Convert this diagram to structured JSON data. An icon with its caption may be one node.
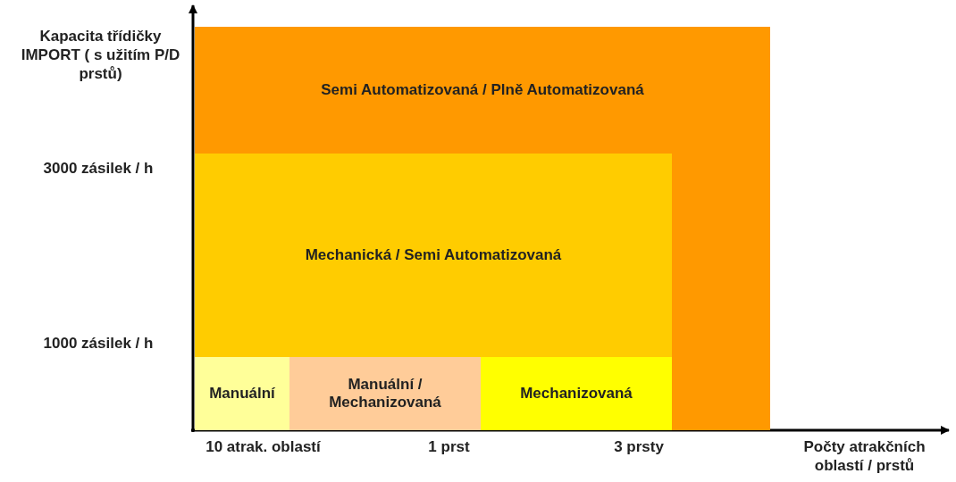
{
  "diagram": {
    "nodes": [
      {
        "text": [
          "Semi Automatizovaná / Plně Automatizovaná"
        ]
      },
      {
        "text": [
          "Mechanická / Semi Automatizovaná"
        ],
        "in": 0
      },
      {
        "text": [
          "Manuální"
        ],
        "in": 0
      },
      {
        "text": [
          "Manuální / Mechanizovaná"
        ],
        "in": 0
      },
      {
        "text": [
          "Mechanizovaná"
        ],
        "in": 0
      }
    ],
    "edges": [],
    "labels": [
      "Kapacita třídičky IMPORT ( s užitím P/D prstů)",
      "3000 zásilek / h",
      "1000 zásilek / h",
      "10 atrak. oblastí",
      "1 prst",
      "3 prsty",
      "Počty atrakčních oblastí / prstů"
    ]
  }
}
